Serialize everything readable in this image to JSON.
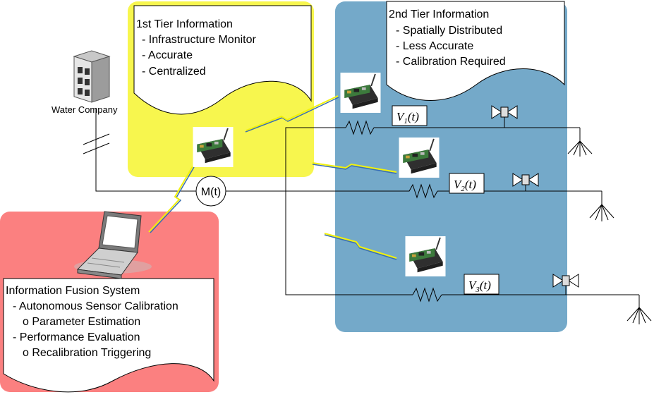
{
  "tier1": {
    "title": "1st Tier Information",
    "items": [
      "- Infrastructure Monitor",
      "- Accurate",
      "- Centralized"
    ]
  },
  "tier2": {
    "title": "2nd Tier Information",
    "items": [
      "- Spatially Distributed",
      "- Less Accurate",
      "- Calibration Required"
    ]
  },
  "fusion": {
    "title": "Information Fusion System",
    "items": [
      "- Autonomous Sensor Calibration",
      "o Parameter Estimation",
      "- Performance Evaluation",
      "o Recalibration Triggering"
    ]
  },
  "water_company": {
    "label": "Water Company"
  },
  "meter": {
    "label": "M(t)"
  },
  "valves": [
    {
      "label": "V1(t)",
      "base": "V",
      "sub": "1",
      "tail": "(t)"
    },
    {
      "label": "V2(t)",
      "base": "V",
      "sub": "2",
      "tail": "(t)"
    },
    {
      "label": "V3(t)",
      "base": "V",
      "sub": "3",
      "tail": "(t)"
    }
  ],
  "colors": {
    "tier1_bg": "#f7f64e",
    "tier2_bg": "#74a9c9",
    "fusion_bg": "#fb8080",
    "lightning": "#f2f20a"
  }
}
